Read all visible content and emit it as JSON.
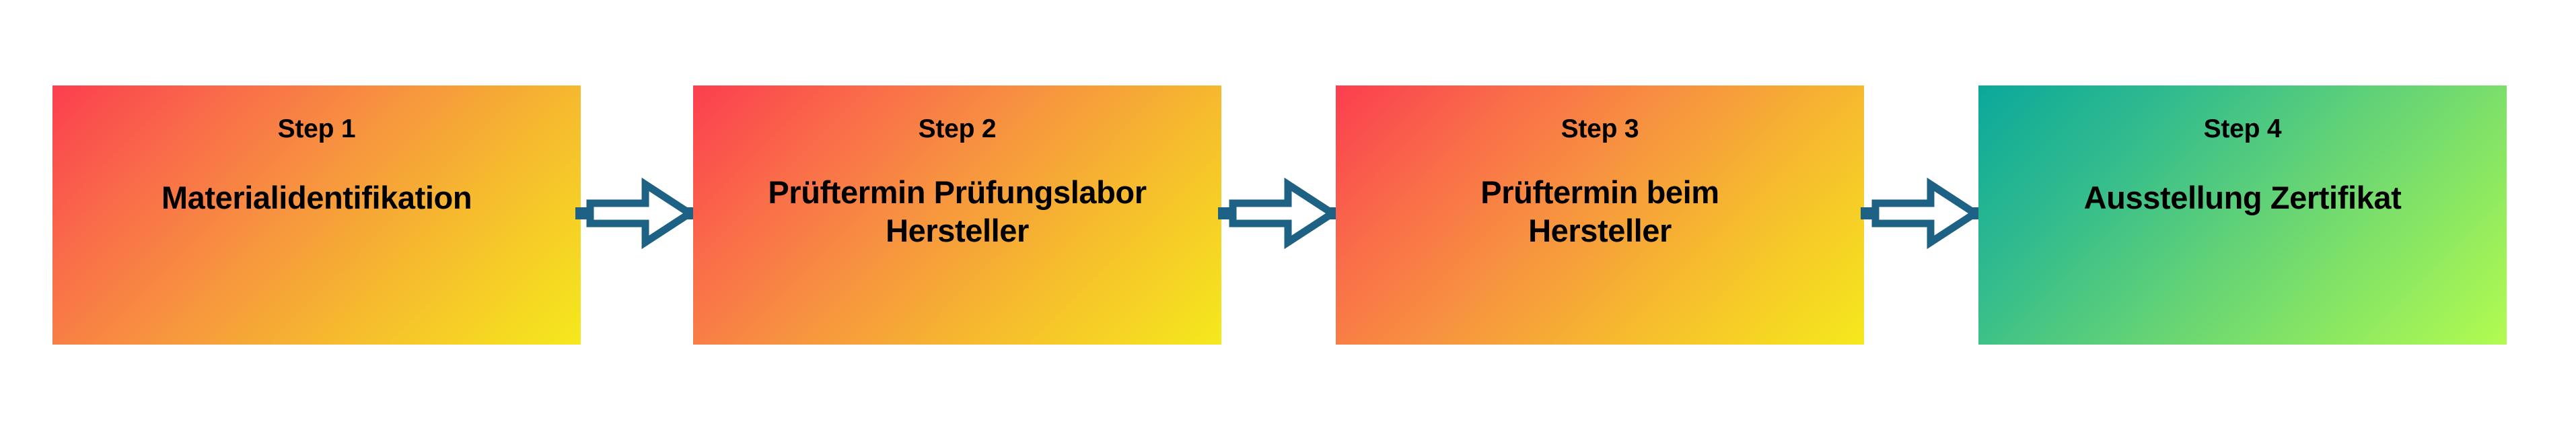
{
  "diagram": {
    "type": "process-flow",
    "orientation": "horizontal",
    "title": "",
    "step_count": 4,
    "connector_count": 3,
    "background_color": "#ffffff",
    "text_color": "#000000",
    "connector_color": "#1d6185",
    "warm_gradient": {
      "from": "#fb3e4f",
      "to": "#f5e91c",
      "direction": "135deg"
    },
    "cool_gradient": {
      "from": "#0aa89b",
      "to": "#b3fb50",
      "direction": "135deg"
    },
    "steps": [
      {
        "label": "Step 1",
        "title_line1": "Materialidentifikation",
        "title_line2": "",
        "palette": "warm",
        "lines": 1
      },
      {
        "label": "Step 2",
        "title_line1": "Prüftermin Prüfungslabor",
        "title_line2": "Hersteller",
        "palette": "warm",
        "lines": 2
      },
      {
        "label": "Step 3",
        "title_line1": "Prüftermin beim",
        "title_line2": "Hersteller",
        "palette": "warm",
        "lines": 2
      },
      {
        "label": "Step 4",
        "title_line1": "Ausstellung Zertifikat",
        "title_line2": "",
        "palette": "cool",
        "lines": 1
      }
    ],
    "connectors": [
      {
        "icon": "right-arrow-icon",
        "from": "Step 1",
        "to": "Step 2"
      },
      {
        "icon": "right-arrow-icon",
        "from": "Step 2",
        "to": "Step 3"
      },
      {
        "icon": "right-arrow-icon",
        "from": "Step 3",
        "to": "Step 4"
      }
    ]
  }
}
